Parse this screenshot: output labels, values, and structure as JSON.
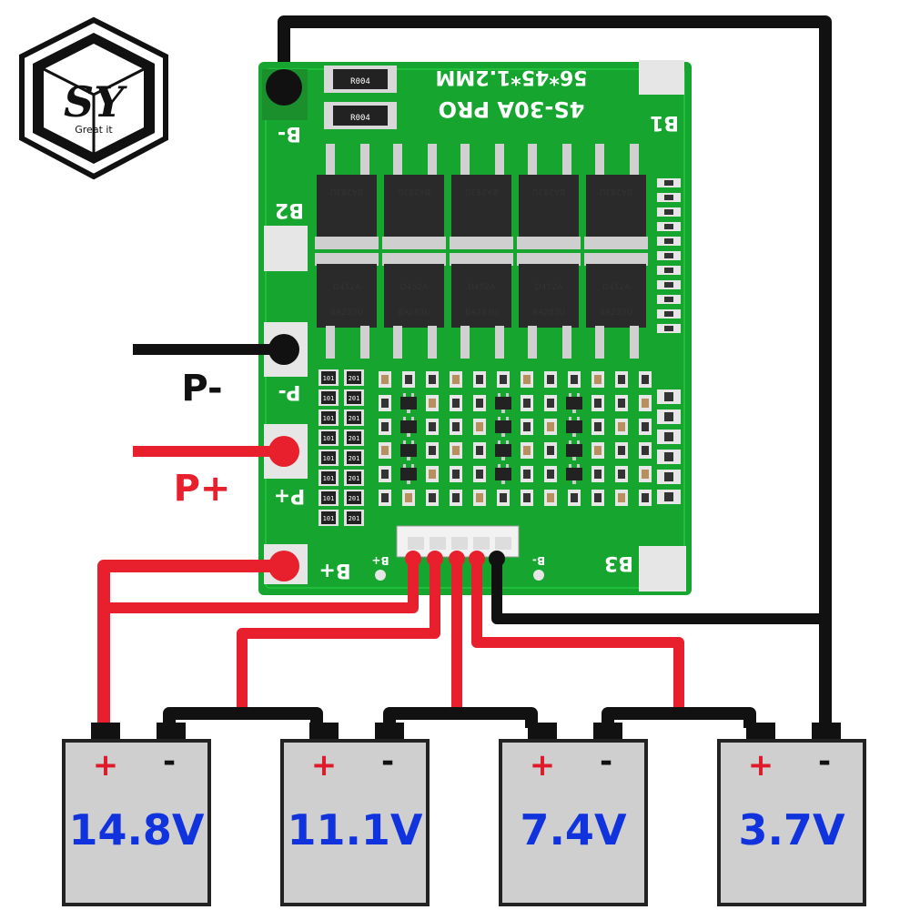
{
  "logo": {
    "letters": "SY",
    "tagline": "Great it"
  },
  "board": {
    "line1": "56*45*1.2MM",
    "line2": "4S-30A PRO",
    "pads": {
      "b_minus": "B-",
      "b1": "B1",
      "b2": "B2",
      "b3": "B3",
      "p_minus": "P-",
      "p_plus": "P+",
      "b_plus": "B+"
    },
    "small_b_plus": "B+",
    "small_b_minus": "B-",
    "resistor_code": "R004",
    "mosfet_code_top": "BA283U",
    "mosfet_code_bottom": "D452A",
    "smd_codes": [
      "101",
      "201"
    ]
  },
  "labels": {
    "p_minus": "P-",
    "p_plus": "P+"
  },
  "batteries": [
    {
      "voltage": "14.8V",
      "plus": "+",
      "minus": "-"
    },
    {
      "voltage": "11.1V",
      "plus": "+",
      "minus": "-"
    },
    {
      "voltage": "7.4V",
      "plus": "+",
      "minus": "-"
    },
    {
      "voltage": "3.7V",
      "plus": "+",
      "minus": "-"
    }
  ],
  "colors": {
    "pcb": "#16a52e",
    "wire_red": "#e8202e",
    "wire_black": "#111111",
    "battery": "#cfcfcf",
    "voltage": "#1133dd",
    "pad": "#e6e6e6"
  }
}
